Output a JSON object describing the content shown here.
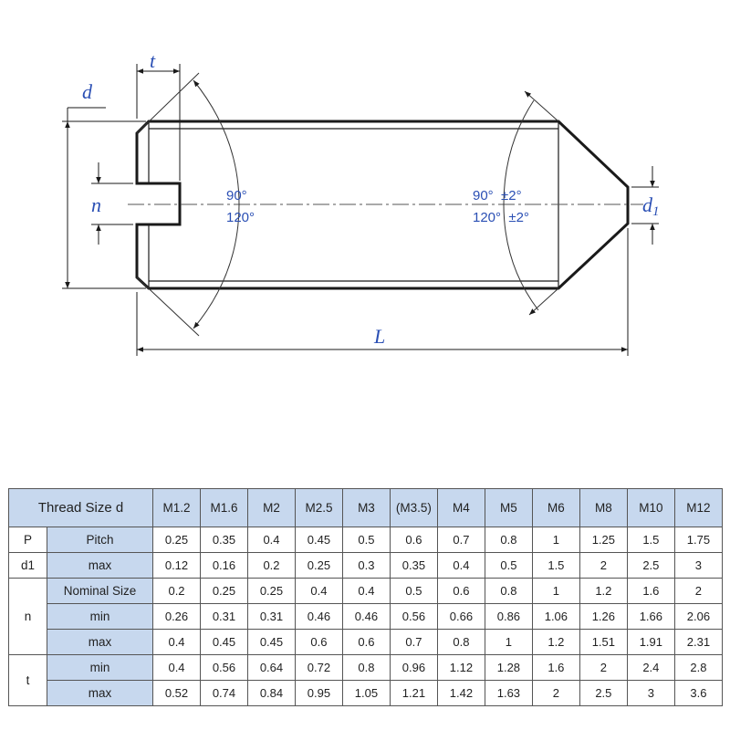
{
  "drawing": {
    "labels": {
      "t": "t",
      "d": "d",
      "n": "n",
      "d1_main": "d",
      "d1_sub": "1",
      "L": "L"
    },
    "angles_left": {
      "a1": "90°",
      "a2": "120°"
    },
    "angles_right": {
      "a1": "90°  ±2°",
      "a2": "120°  ±2°"
    },
    "line_color": "#1a1a1a",
    "label_color": "#2a4fb4"
  },
  "table": {
    "header": {
      "title": "Thread Size d",
      "sizes": [
        "M1.2",
        "M1.6",
        "M2",
        "M2.5",
        "M3",
        "(M3.5)",
        "M4",
        "M5",
        "M6",
        "M8",
        "M10",
        "M12"
      ]
    },
    "p": {
      "group": "P",
      "label": "Pitch",
      "values": [
        "0.25",
        "0.35",
        "0.4",
        "0.45",
        "0.5",
        "0.6",
        "0.7",
        "0.8",
        "1",
        "1.25",
        "1.5",
        "1.75"
      ]
    },
    "d1": {
      "group": "d1",
      "label": "max",
      "values": [
        "0.12",
        "0.16",
        "0.2",
        "0.25",
        "0.3",
        "0.35",
        "0.4",
        "0.5",
        "1.5",
        "2",
        "2.5",
        "3"
      ]
    },
    "n": {
      "group": "n",
      "nominal": {
        "label": "Nominal Size",
        "values": [
          "0.2",
          "0.25",
          "0.25",
          "0.4",
          "0.4",
          "0.5",
          "0.6",
          "0.8",
          "1",
          "1.2",
          "1.6",
          "2"
        ]
      },
      "min": {
        "label": "min",
        "values": [
          "0.26",
          "0.31",
          "0.31",
          "0.46",
          "0.46",
          "0.56",
          "0.66",
          "0.86",
          "1.06",
          "1.26",
          "1.66",
          "2.06"
        ]
      },
      "max": {
        "label": "max",
        "values": [
          "0.4",
          "0.45",
          "0.45",
          "0.6",
          "0.6",
          "0.7",
          "0.8",
          "1",
          "1.2",
          "1.51",
          "1.91",
          "2.31"
        ]
      }
    },
    "t": {
      "group": "t",
      "min": {
        "label": "min",
        "values": [
          "0.4",
          "0.56",
          "0.64",
          "0.72",
          "0.8",
          "0.96",
          "1.12",
          "1.28",
          "1.6",
          "2",
          "2.4",
          "2.8"
        ]
      },
      "max": {
        "label": "max",
        "values": [
          "0.52",
          "0.74",
          "0.84",
          "0.95",
          "1.05",
          "1.21",
          "1.42",
          "1.63",
          "2",
          "2.5",
          "3",
          "3.6"
        ]
      }
    },
    "colors": {
      "header_bg": "#c7d8ee",
      "border": "#555555"
    }
  }
}
